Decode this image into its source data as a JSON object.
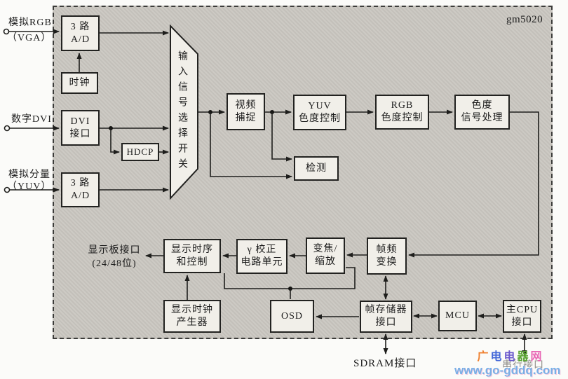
{
  "chip_label": "gm5020",
  "io_labels": {
    "vga_line1": "模拟RGB",
    "vga_line2": "（VGA）",
    "dvi": "数字DVI",
    "yuv_line1": "模拟分量",
    "yuv_line2": "（YUV）",
    "display_panel_line1": "显示板接口",
    "display_panel_line2": "(24/48位)",
    "sdram": "SDRAM接口",
    "serial": "串行接口"
  },
  "blocks": {
    "adc_top": {
      "line1": "3 路",
      "line2": "A/D"
    },
    "clock": {
      "line1": "时钟"
    },
    "dvi_if": {
      "line1": "DVI",
      "line2": "接口"
    },
    "hdcp": {
      "line1": "HDCP"
    },
    "adc_bottom": {
      "line1": "3 路",
      "line2": "A/D"
    },
    "input_mux": {
      "vertical": "输入信号选择开关"
    },
    "video_capture": {
      "line1": "视频",
      "line2": "捕捉"
    },
    "yuv_control": {
      "line1": "YUV",
      "line2": "色度控制"
    },
    "rgb_control": {
      "line1": "RGB",
      "line2": "色度控制"
    },
    "chroma_processing": {
      "line1": "色度",
      "line2": "信号处理"
    },
    "detect": {
      "line1": "检测"
    },
    "display_timing": {
      "line1": "显示时序",
      "line2": "和控制"
    },
    "gamma_correction": {
      "line1": "γ 校正",
      "line2": "电路单元"
    },
    "zoom_scale": {
      "line1": "变焦/",
      "line2": "缩放"
    },
    "frame_rate_conv": {
      "line1": "帧频",
      "line2": "变换"
    },
    "display_clock_gen": {
      "line1": "显示时钟",
      "line2": "产生器"
    },
    "osd": {
      "line1": "OSD"
    },
    "frame_memory_if": {
      "line1": "帧存储器",
      "line2": "接口"
    },
    "mcu": {
      "line1": "MCU"
    },
    "main_cpu_if": {
      "line1": "主CPU",
      "line2": "接口"
    }
  },
  "watermark": {
    "site_chars": [
      "广",
      "电",
      "电",
      "器",
      "网"
    ],
    "site_colors": [
      "#ef8030",
      "#4468d8",
      "#6a58cc",
      "#5aa433",
      "#e866b4"
    ],
    "url": "www.go-gddq.com"
  },
  "colors": {
    "chip_bg": "#cac7c1",
    "box_bg": "#f1efe9",
    "line": "#1e1e1c",
    "watermark_url": "#79b0e6"
  }
}
